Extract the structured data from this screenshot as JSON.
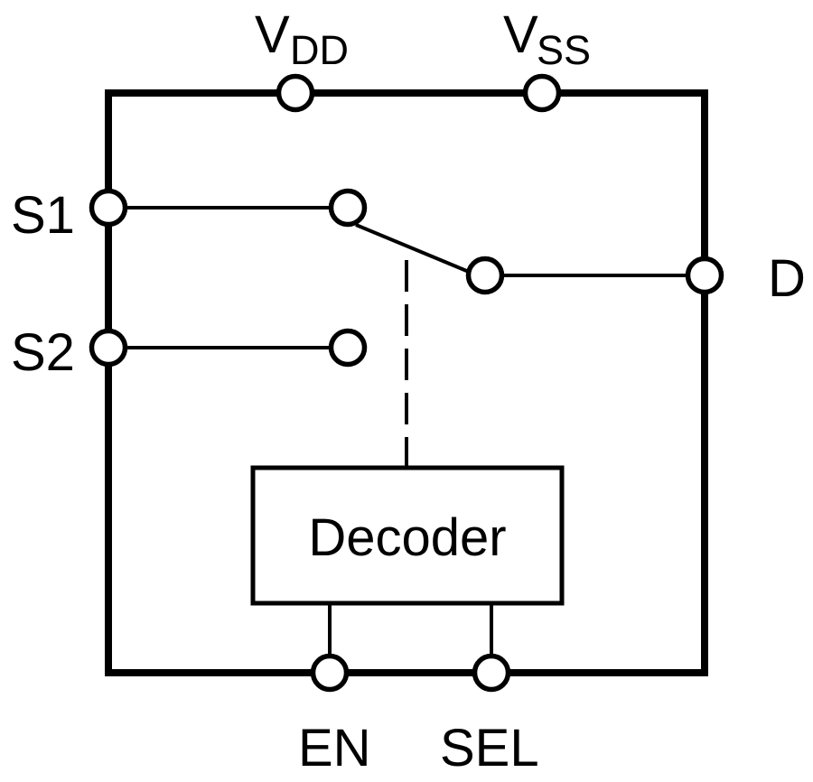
{
  "diagram": {
    "type": "analog-switch-functional-block-diagram",
    "colors": {
      "line": "#000000",
      "background": "#ffffff"
    },
    "labels": {
      "vdd": {
        "base": "V",
        "sub": "DD"
      },
      "vss": {
        "base": "V",
        "sub": "SS"
      },
      "s1": "S1",
      "s2": "S2",
      "d": "D",
      "en": "EN",
      "sel": "SEL",
      "decoder": "Decoder"
    },
    "pins": [
      {
        "name": "VDD",
        "side": "top"
      },
      {
        "name": "VSS",
        "side": "top"
      },
      {
        "name": "S1",
        "side": "left"
      },
      {
        "name": "S2",
        "side": "left"
      },
      {
        "name": "D",
        "side": "right"
      },
      {
        "name": "EN",
        "side": "bottom"
      },
      {
        "name": "SEL",
        "side": "bottom"
      }
    ],
    "switch_state": "S1-to-D"
  }
}
